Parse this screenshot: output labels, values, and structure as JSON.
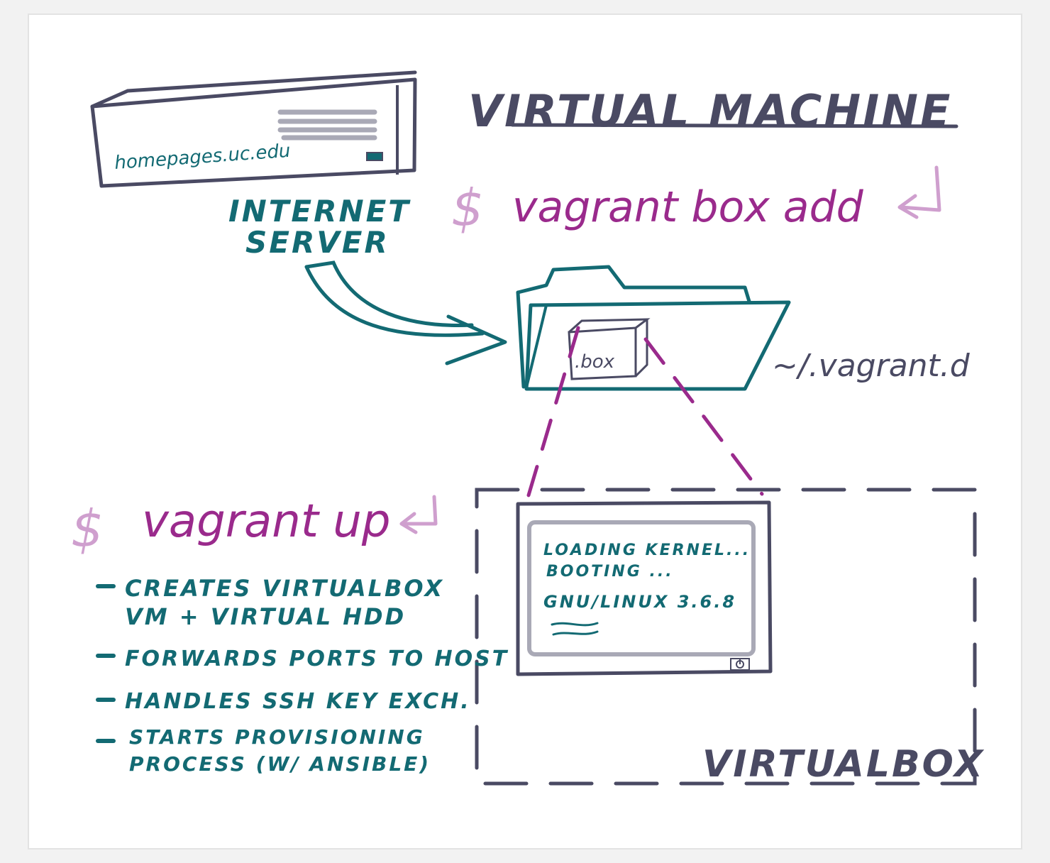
{
  "colors": {
    "background": "#f2f2f2",
    "paper": "#ffffff",
    "ink_dark": "#4a4a63",
    "ink_teal": "#136a73",
    "ink_purple": "#9a2a8c",
    "ink_light_purple": "#cf9fce",
    "screen_gray": "#a9a9b6"
  },
  "title": "VIRTUAL MACHINE",
  "server": {
    "hostname": "homepages.uc.edu",
    "label_line1": "INTERNET",
    "label_line2": "SERVER",
    "icon": "server-rack-icon"
  },
  "commands": {
    "box_add_prompt": "$",
    "box_add": "vagrant box add",
    "up_prompt": "$",
    "up": "vagrant up",
    "enter_icon": "return-arrow-icon"
  },
  "folder": {
    "box_label": ".box",
    "path": "~/.vagrant.d",
    "icon": "folder-icon"
  },
  "vm_screen": {
    "lines": [
      "LOADING KERNEL...",
      "BOOTING ...",
      "GNU/LINUX 3.6.8"
    ],
    "power_icon": "power-icon"
  },
  "virtualbox_label": "VIRTUALBOX",
  "up_steps": {
    "step1_line1": "CREATES VIRTUALBOX",
    "step1_line2": "VM + VIRTUAL HDD",
    "step2": "FORWARDS PORTS TO HOST",
    "step3": "HANDLES SSH KEY EXCH.",
    "step4_line1": "STARTS PROVISIONING",
    "step4_line2": "PROCESS (W/ ANSIBLE)"
  }
}
